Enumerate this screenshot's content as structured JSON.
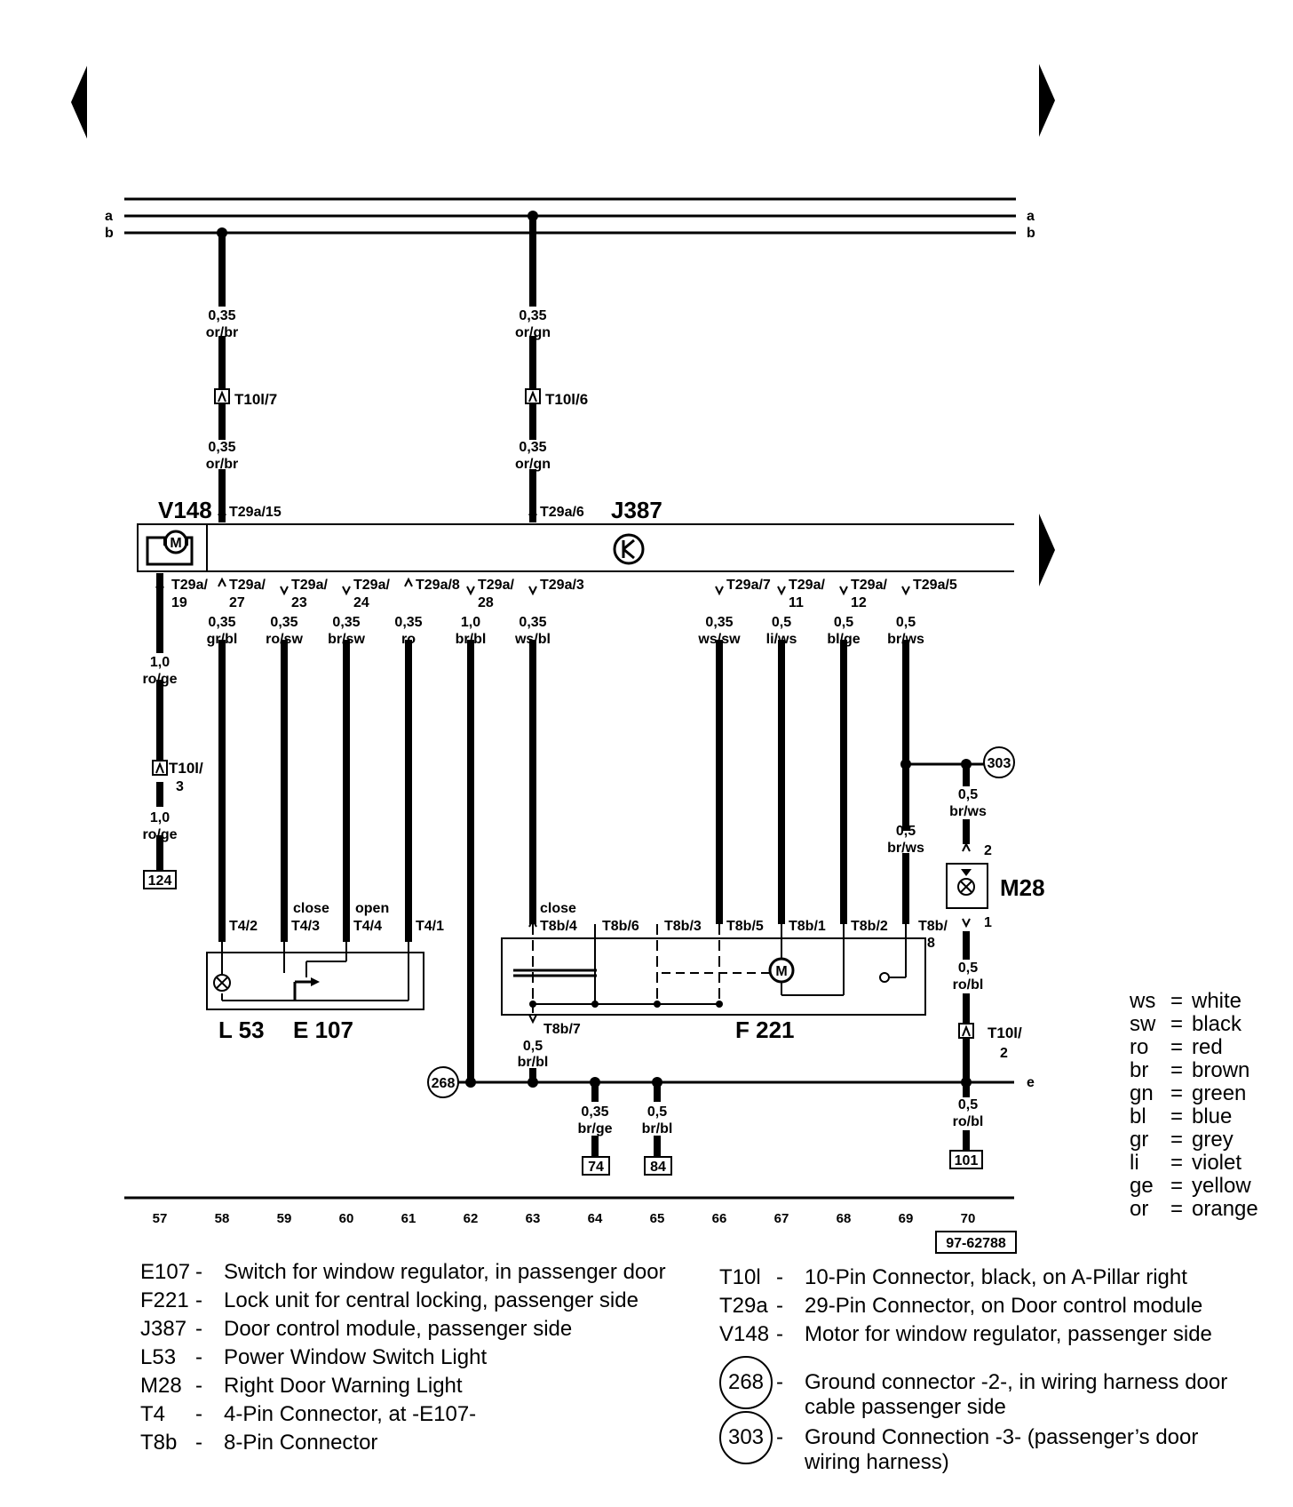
{
  "bus": {
    "a": "a",
    "b": "b",
    "e": "e"
  },
  "top_wires": [
    {
      "id": "58",
      "gauge": "0,35",
      "color": "or/br",
      "connector": "T10l/7",
      "pin": "T29a/15"
    },
    {
      "id": "63",
      "gauge": "0,35",
      "color": "or/gn",
      "connector": "T10l/6",
      "pin": "T29a/6"
    }
  ],
  "components": {
    "v148": "V148",
    "j387": "J387",
    "l53": "L 53",
    "e107": "E 107",
    "f221": "F 221",
    "m28": "M28"
  },
  "lower_wires": [
    {
      "col": "57",
      "pin": "T29a/ 19",
      "gauge": "1,0",
      "color": "ro/ge"
    },
    {
      "col": "58",
      "pin": "T29a/ 27",
      "gauge": "0,35",
      "color": "gr/bl",
      "bottom_pin": "T4/2"
    },
    {
      "col": "59",
      "pin": "T29a/ 23",
      "gauge": "0,35",
      "color": "ro/sw",
      "bottom_pin": "T4/3",
      "note": "close"
    },
    {
      "col": "60",
      "pin": "T29a/ 24",
      "gauge": "0,35",
      "color": "br/sw",
      "bottom_pin": "T4/4",
      "note": "open"
    },
    {
      "col": "61",
      "pin": "T29a/8",
      "gauge": "0,35",
      "color": "ro",
      "bottom_pin": "T4/1"
    },
    {
      "col": "62",
      "pin": "T29a/ 28",
      "gauge": "1,0",
      "color": "br/bl"
    },
    {
      "col": "63",
      "pin": "T29a/3",
      "gauge": "0,35",
      "color": "ws/bl",
      "bottom_pin": "T8b/4",
      "note": "close"
    },
    {
      "col": "66",
      "pin": "T29a/7",
      "gauge": "0,35",
      "color": "ws/sw",
      "bottom_pin": "T8b/5"
    },
    {
      "col": "67",
      "pin": "T29a/ 11",
      "gauge": "0,5",
      "color": "li/ws",
      "bottom_pin": "T8b/1"
    },
    {
      "col": "68",
      "pin": "T29a/ 12",
      "gauge": "0,5",
      "color": "bl/ge",
      "bottom_pin": "T8b/2"
    },
    {
      "col": "69",
      "pin": "T29a/5",
      "gauge": "0,5",
      "color": "br/ws",
      "bottom_pin": "T8b/ 8"
    }
  ],
  "extra_labels": {
    "t10l_3": "T10l/ 3",
    "t8b_6": "T8b/6",
    "t8b_3": "T8b/3",
    "t8b_7": "T8b/7",
    "col57_ref": "124",
    "col64_ref": "74",
    "col65_ref": "84",
    "col70_ref": "101",
    "w57_lower_gauge": "1,0",
    "w57_lower_color": "ro/ge",
    "w63_ground_gauge": "0,5",
    "w63_ground_color": "br/bl",
    "w64_gauge": "0,35",
    "w64_color": "br/ge",
    "w65_gauge": "0,5",
    "w65_color": "br/bl",
    "w69_lower_gauge": "0,5",
    "w69_lower_color": "br/ws",
    "w70_gauge1": "0,5",
    "w70_color1": "br/ws",
    "w70_gauge2": "0,5",
    "w70_color2": "ro/bl",
    "w70_gauge3": "0,5",
    "w70_color3": "ro/bl",
    "m28_pin2": "2",
    "m28_pin1": "1",
    "t10l_2": "T10l/ 2",
    "gnd303": "303",
    "gnd268": "268",
    "drawing_no": "97-62788"
  },
  "column_numbers": [
    "57",
    "58",
    "59",
    "60",
    "61",
    "62",
    "63",
    "64",
    "65",
    "66",
    "67",
    "68",
    "69",
    "70"
  ],
  "color_legend": [
    {
      "abbr": "ws",
      "name": "white"
    },
    {
      "abbr": "sw",
      "name": "black"
    },
    {
      "abbr": "ro",
      "name": "red"
    },
    {
      "abbr": "br",
      "name": "brown"
    },
    {
      "abbr": "gn",
      "name": "green"
    },
    {
      "abbr": "bl",
      "name": "blue"
    },
    {
      "abbr": "gr",
      "name": "grey"
    },
    {
      "abbr": "li",
      "name": "violet"
    },
    {
      "abbr": "ge",
      "name": "yellow"
    },
    {
      "abbr": "or",
      "name": "orange"
    }
  ],
  "key_left": [
    {
      "code": "E107",
      "desc": "Switch for window regulator, in passenger door"
    },
    {
      "code": "F221",
      "desc": "Lock unit for central locking, passenger side"
    },
    {
      "code": "J387",
      "desc": "Door control module, passenger side"
    },
    {
      "code": "L53",
      "desc": "Power Window Switch Light"
    },
    {
      "code": "M28",
      "desc": "Right Door Warning Light"
    },
    {
      "code": "T4",
      "desc": "4-Pin Connector, at -E107-"
    },
    {
      "code": "T8b",
      "desc": "8-Pin Connector"
    }
  ],
  "key_right": [
    {
      "code": "T10l",
      "desc": "10-Pin Connector, black, on A-Pillar right"
    },
    {
      "code": "T29a",
      "desc": "29-Pin Connector, on Door control module"
    },
    {
      "code": "V148",
      "desc": "Motor for window regulator, passenger side"
    }
  ],
  "key_ground": [
    {
      "code": "268",
      "desc1": "Ground connector -2-, in wiring harness door",
      "desc2": "cable passenger side"
    },
    {
      "code": "303",
      "desc1": "Ground Connection -3- (passenger’s door",
      "desc2": "wiring harness)"
    }
  ]
}
